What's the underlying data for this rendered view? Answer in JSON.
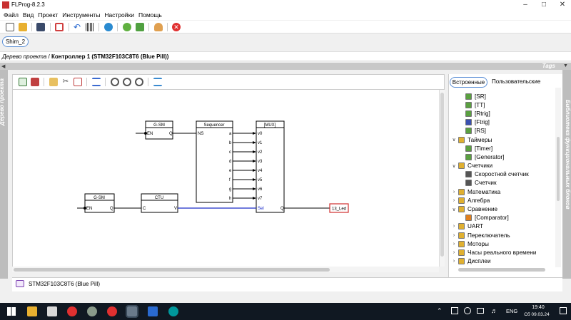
{
  "window": {
    "title": "FLProg-8.2.3"
  },
  "menu": [
    "Файл",
    "Вид",
    "Проект",
    "Инструменты",
    "Настройки",
    "Помощь"
  ],
  "project_tab": "Shim_2",
  "breadcrumb": {
    "root": "Дерево проекта",
    "separator": "/",
    "current": "Контроллер 1 (STM32F103C8T6 (Blue Pill))"
  },
  "panels": {
    "tags": "Tags",
    "left_rail": "Дерево проекта",
    "right_rail": "Библиотека функциональных блоков"
  },
  "diagram": {
    "gsm1": {
      "title": "G-SM",
      "in": "EN",
      "out": "Q"
    },
    "gsm2": {
      "title": "G-SM",
      "in": "EN",
      "out": "Q"
    },
    "ctu": {
      "title": "CTU",
      "in": "C",
      "out": "V"
    },
    "sequencer": {
      "title": "Sequencer",
      "in": "NS",
      "outs": [
        "a",
        "b",
        "c",
        "d",
        "e",
        "f",
        "g",
        "h"
      ]
    },
    "mux": {
      "title": "[MUX]",
      "ins": [
        "v0",
        "v1",
        "v2",
        "v3",
        "v4",
        "v5",
        "v6",
        "v7"
      ],
      "sel": "Sel",
      "out": "Q"
    },
    "output_tag": "13_Led"
  },
  "library": {
    "tabs": {
      "builtin": "Встроенные",
      "user": "Пользовательские"
    },
    "items": [
      {
        "label": "[SR]",
        "level": 2,
        "arrow": "",
        "icon_color": "#5aa040"
      },
      {
        "label": "[TT]",
        "level": 2,
        "arrow": "",
        "icon_color": "#5aa040"
      },
      {
        "label": "[Rtrig]",
        "level": 2,
        "arrow": "",
        "icon_color": "#5aa040"
      },
      {
        "label": "[Ftrig]",
        "level": 2,
        "arrow": "",
        "icon_color": "#3a50b0"
      },
      {
        "label": "[RS]",
        "level": 2,
        "arrow": "",
        "icon_color": "#5aa040"
      },
      {
        "label": "Таймеры",
        "level": 1,
        "arrow": "v",
        "icon_color": "#e0b030"
      },
      {
        "label": "[Timer]",
        "level": 2,
        "arrow": "",
        "icon_color": "#5aa040"
      },
      {
        "label": "[Generator]",
        "level": 2,
        "arrow": "",
        "icon_color": "#5aa040"
      },
      {
        "label": "Счетчики",
        "level": 1,
        "arrow": "v",
        "icon_color": "#e0b030"
      },
      {
        "label": "Скоростной счетчик",
        "level": 2,
        "arrow": "",
        "icon_color": "#555555"
      },
      {
        "label": "Счетчик",
        "level": 2,
        "arrow": "",
        "icon_color": "#555555"
      },
      {
        "label": "Математика",
        "level": 1,
        "arrow": ">",
        "icon_color": "#e0b030"
      },
      {
        "label": "Алгебра",
        "level": 1,
        "arrow": ">",
        "icon_color": "#e0b030"
      },
      {
        "label": "Сравнение",
        "level": 1,
        "arrow": "v",
        "icon_color": "#e0b030"
      },
      {
        "label": "[Comparator]",
        "level": 2,
        "arrow": "",
        "icon_color": "#e08020"
      },
      {
        "label": "UART",
        "level": 1,
        "arrow": ">",
        "icon_color": "#e0b030"
      },
      {
        "label": "Переключатель",
        "level": 1,
        "arrow": ">",
        "icon_color": "#e0b030"
      },
      {
        "label": "Моторы",
        "level": 1,
        "arrow": ">",
        "icon_color": "#e0b030"
      },
      {
        "label": "Часы реального времени",
        "level": 1,
        "arrow": ">",
        "icon_color": "#e0b030"
      },
      {
        "label": "Дисплеи",
        "level": 1,
        "arrow": ">",
        "icon_color": "#e0b030"
      }
    ]
  },
  "status": {
    "controller": "STM32F103C8T6 (Blue Pill)"
  },
  "taskbar": {
    "lang": "ENG",
    "time": "19:40",
    "date": "Сб 09.03.24"
  }
}
